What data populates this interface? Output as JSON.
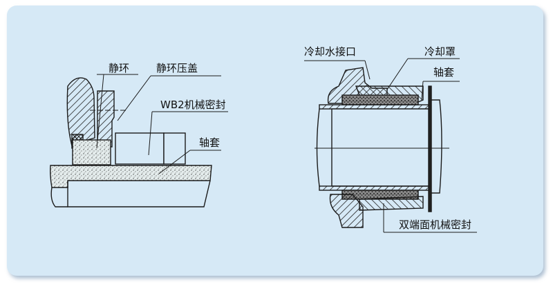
{
  "left_diagram": {
    "labels": {
      "stationary_ring": "静环",
      "ring_gland": "静环压盖",
      "seal": "WB2机械密封",
      "sleeve": "轴套"
    }
  },
  "right_diagram": {
    "labels": {
      "cooling_inlet": "冷却水接口",
      "cooling_cover": "冷却罩",
      "sleeve": "轴套",
      "double_seal": "双端面机械密封"
    }
  },
  "colors": {
    "panel": "#d6e9f6",
    "line": "#1a1a1a"
  }
}
